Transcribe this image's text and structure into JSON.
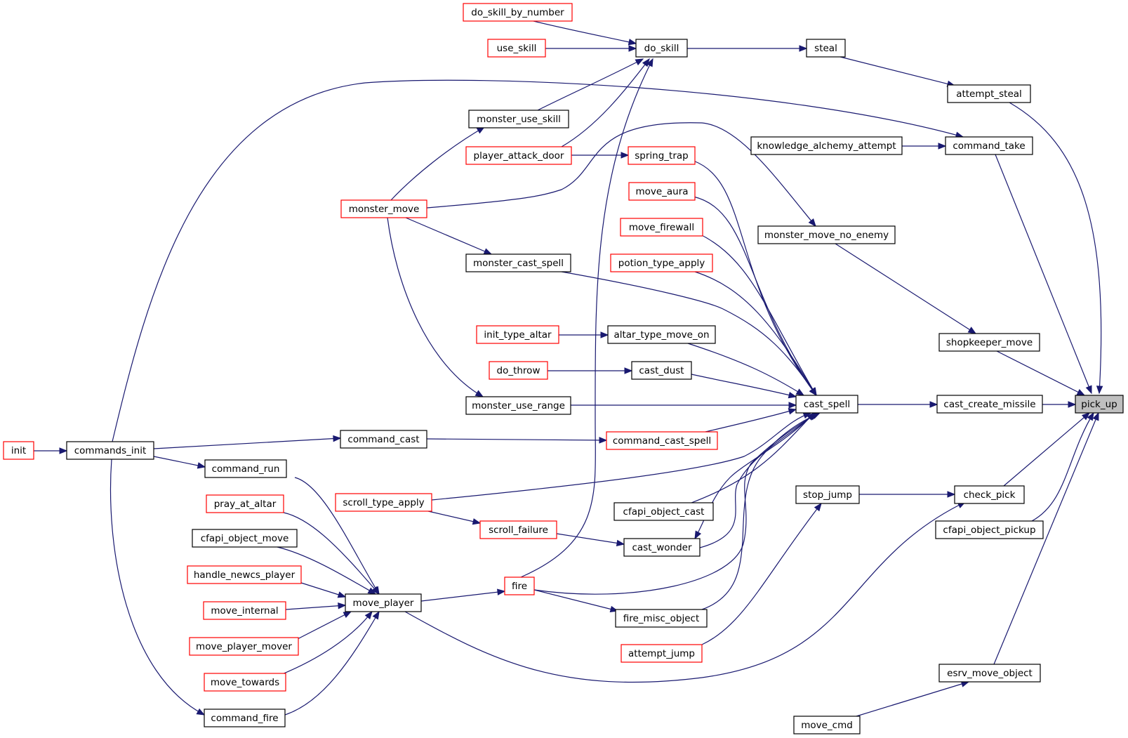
{
  "colors": {
    "edge": "#191970",
    "defined_border": "#000000",
    "undocumented_border": "#ff0000",
    "focus_fill": "#bfbfbf",
    "node_fill": "#ffffff"
  },
  "nodes": [
    {
      "id": "pick_up",
      "label": "pick_up",
      "style": "focus"
    },
    {
      "id": "cast_create_missile",
      "label": "cast_create_missile",
      "style": "defined"
    },
    {
      "id": "cast_spell",
      "label": "cast_spell",
      "style": "defined"
    },
    {
      "id": "attempt_steal",
      "label": "attempt_steal",
      "style": "defined"
    },
    {
      "id": "steal",
      "label": "steal",
      "style": "defined"
    },
    {
      "id": "do_skill",
      "label": "do_skill",
      "style": "defined"
    },
    {
      "id": "do_skill_by_number",
      "label": "do_skill_by_number",
      "style": "undocumented"
    },
    {
      "id": "use_skill",
      "label": "use_skill",
      "style": "undocumented"
    },
    {
      "id": "monster_use_skill",
      "label": "monster_use_skill",
      "style": "defined"
    },
    {
      "id": "player_attack_door",
      "label": "player_attack_door",
      "style": "undocumented"
    },
    {
      "id": "spring_trap",
      "label": "spring_trap",
      "style": "undocumented"
    },
    {
      "id": "monster_move",
      "label": "monster_move",
      "style": "undocumented"
    },
    {
      "id": "command_take",
      "label": "command_take",
      "style": "defined"
    },
    {
      "id": "knowledge_alchemy_attempt",
      "label": "knowledge_alchemy_attempt",
      "style": "defined"
    },
    {
      "id": "move_aura",
      "label": "move_aura",
      "style": "undocumented"
    },
    {
      "id": "move_firewall",
      "label": "move_firewall",
      "style": "undocumented"
    },
    {
      "id": "monster_move_no_enemy",
      "label": "monster_move_no_enemy",
      "style": "defined"
    },
    {
      "id": "potion_type_apply",
      "label": "potion_type_apply",
      "style": "undocumented"
    },
    {
      "id": "monster_cast_spell",
      "label": "monster_cast_spell",
      "style": "defined"
    },
    {
      "id": "init_type_altar",
      "label": "init_type_altar",
      "style": "undocumented"
    },
    {
      "id": "altar_type_move_on",
      "label": "altar_type_move_on",
      "style": "defined"
    },
    {
      "id": "shopkeeper_move",
      "label": "shopkeeper_move",
      "style": "defined"
    },
    {
      "id": "do_throw",
      "label": "do_throw",
      "style": "undocumented"
    },
    {
      "id": "cast_dust",
      "label": "cast_dust",
      "style": "defined"
    },
    {
      "id": "monster_use_range",
      "label": "monster_use_range",
      "style": "defined"
    },
    {
      "id": "command_cast",
      "label": "command_cast",
      "style": "defined"
    },
    {
      "id": "command_cast_spell",
      "label": "command_cast_spell",
      "style": "undocumented"
    },
    {
      "id": "init",
      "label": "init",
      "style": "undocumented"
    },
    {
      "id": "commands_init",
      "label": "commands_init",
      "style": "defined"
    },
    {
      "id": "command_run",
      "label": "command_run",
      "style": "defined"
    },
    {
      "id": "scroll_type_apply",
      "label": "scroll_type_apply",
      "style": "undocumented"
    },
    {
      "id": "stop_jump",
      "label": "stop_jump",
      "style": "defined"
    },
    {
      "id": "check_pick",
      "label": "check_pick",
      "style": "defined"
    },
    {
      "id": "pray_at_altar",
      "label": "pray_at_altar",
      "style": "undocumented"
    },
    {
      "id": "cfapi_object_cast",
      "label": "cfapi_object_cast",
      "style": "defined"
    },
    {
      "id": "cfapi_object_pickup",
      "label": "cfapi_object_pickup",
      "style": "defined"
    },
    {
      "id": "scroll_failure",
      "label": "scroll_failure",
      "style": "undocumented"
    },
    {
      "id": "cfapi_object_move",
      "label": "cfapi_object_move",
      "style": "defined"
    },
    {
      "id": "cast_wonder",
      "label": "cast_wonder",
      "style": "defined"
    },
    {
      "id": "handle_newcs_player",
      "label": "handle_newcs_player",
      "style": "undocumented"
    },
    {
      "id": "fire",
      "label": "fire",
      "style": "undocumented"
    },
    {
      "id": "move_internal",
      "label": "move_internal",
      "style": "undocumented"
    },
    {
      "id": "move_player",
      "label": "move_player",
      "style": "defined"
    },
    {
      "id": "fire_misc_object",
      "label": "fire_misc_object",
      "style": "defined"
    },
    {
      "id": "move_player_mover",
      "label": "move_player_mover",
      "style": "undocumented"
    },
    {
      "id": "attempt_jump",
      "label": "attempt_jump",
      "style": "undocumented"
    },
    {
      "id": "move_towards",
      "label": "move_towards",
      "style": "undocumented"
    },
    {
      "id": "esrv_move_object",
      "label": "esrv_move_object",
      "style": "defined"
    },
    {
      "id": "command_fire",
      "label": "command_fire",
      "style": "defined"
    },
    {
      "id": "move_cmd",
      "label": "move_cmd",
      "style": "defined"
    }
  ],
  "edges": [
    {
      "from": "do_skill_by_number",
      "to": "do_skill"
    },
    {
      "from": "use_skill",
      "to": "do_skill"
    },
    {
      "from": "monster_use_skill",
      "to": "do_skill"
    },
    {
      "from": "player_attack_door",
      "to": "do_skill"
    },
    {
      "from": "fire",
      "to": "do_skill"
    },
    {
      "from": "do_skill",
      "to": "steal"
    },
    {
      "from": "steal",
      "to": "attempt_steal"
    },
    {
      "from": "attempt_steal",
      "to": "pick_up"
    },
    {
      "from": "commands_init",
      "to": "command_take"
    },
    {
      "from": "knowledge_alchemy_attempt",
      "to": "command_take"
    },
    {
      "from": "command_take",
      "to": "pick_up"
    },
    {
      "from": "monster_move",
      "to": "monster_use_skill"
    },
    {
      "from": "player_attack_door",
      "to": "spring_trap"
    },
    {
      "from": "monster_move",
      "to": "monster_move_no_enemy"
    },
    {
      "from": "monster_move_no_enemy",
      "to": "shopkeeper_move"
    },
    {
      "from": "shopkeeper_move",
      "to": "pick_up"
    },
    {
      "from": "monster_move",
      "to": "monster_cast_spell"
    },
    {
      "from": "monster_move",
      "to": "monster_use_range"
    },
    {
      "from": "spring_trap",
      "to": "cast_spell"
    },
    {
      "from": "move_aura",
      "to": "cast_spell"
    },
    {
      "from": "move_firewall",
      "to": "cast_spell"
    },
    {
      "from": "potion_type_apply",
      "to": "cast_spell"
    },
    {
      "from": "monster_cast_spell",
      "to": "cast_spell"
    },
    {
      "from": "altar_type_move_on",
      "to": "cast_spell"
    },
    {
      "from": "init_type_altar",
      "to": "altar_type_move_on"
    },
    {
      "from": "do_throw",
      "to": "cast_dust"
    },
    {
      "from": "cast_dust",
      "to": "cast_spell"
    },
    {
      "from": "monster_use_range",
      "to": "cast_spell"
    },
    {
      "from": "command_cast_spell",
      "to": "cast_spell"
    },
    {
      "from": "scroll_type_apply",
      "to": "cast_spell"
    },
    {
      "from": "cfapi_object_cast",
      "to": "cast_spell"
    },
    {
      "from": "cast_wonder",
      "to": "cast_spell"
    },
    {
      "from": "fire",
      "to": "cast_spell"
    },
    {
      "from": "fire_misc_object",
      "to": "cast_spell"
    },
    {
      "from": "cast_spell",
      "to": "cast_wonder"
    },
    {
      "from": "cast_spell",
      "to": "cast_create_missile"
    },
    {
      "from": "cast_create_missile",
      "to": "pick_up"
    },
    {
      "from": "command_cast",
      "to": "command_cast_spell"
    },
    {
      "from": "commands_init",
      "to": "command_cast"
    },
    {
      "from": "init",
      "to": "commands_init"
    },
    {
      "from": "commands_init",
      "to": "command_run"
    },
    {
      "from": "commands_init",
      "to": "command_fire"
    },
    {
      "from": "scroll_type_apply",
      "to": "scroll_failure"
    },
    {
      "from": "scroll_failure",
      "to": "cast_wonder"
    },
    {
      "from": "stop_jump",
      "to": "check_pick"
    },
    {
      "from": "move_player",
      "to": "check_pick"
    },
    {
      "from": "check_pick",
      "to": "pick_up"
    },
    {
      "from": "cfapi_object_pickup",
      "to": "pick_up"
    },
    {
      "from": "esrv_move_object",
      "to": "pick_up"
    },
    {
      "from": "move_cmd",
      "to": "esrv_move_object"
    },
    {
      "from": "attempt_jump",
      "to": "stop_jump"
    },
    {
      "from": "command_run",
      "to": "move_player"
    },
    {
      "from": "pray_at_altar",
      "to": "move_player"
    },
    {
      "from": "cfapi_object_move",
      "to": "move_player"
    },
    {
      "from": "handle_newcs_player",
      "to": "move_player"
    },
    {
      "from": "move_internal",
      "to": "move_player"
    },
    {
      "from": "move_player_mover",
      "to": "move_player"
    },
    {
      "from": "move_towards",
      "to": "move_player"
    },
    {
      "from": "command_fire",
      "to": "move_player"
    },
    {
      "from": "move_player",
      "to": "fire"
    },
    {
      "from": "fire",
      "to": "fire_misc_object"
    }
  ]
}
